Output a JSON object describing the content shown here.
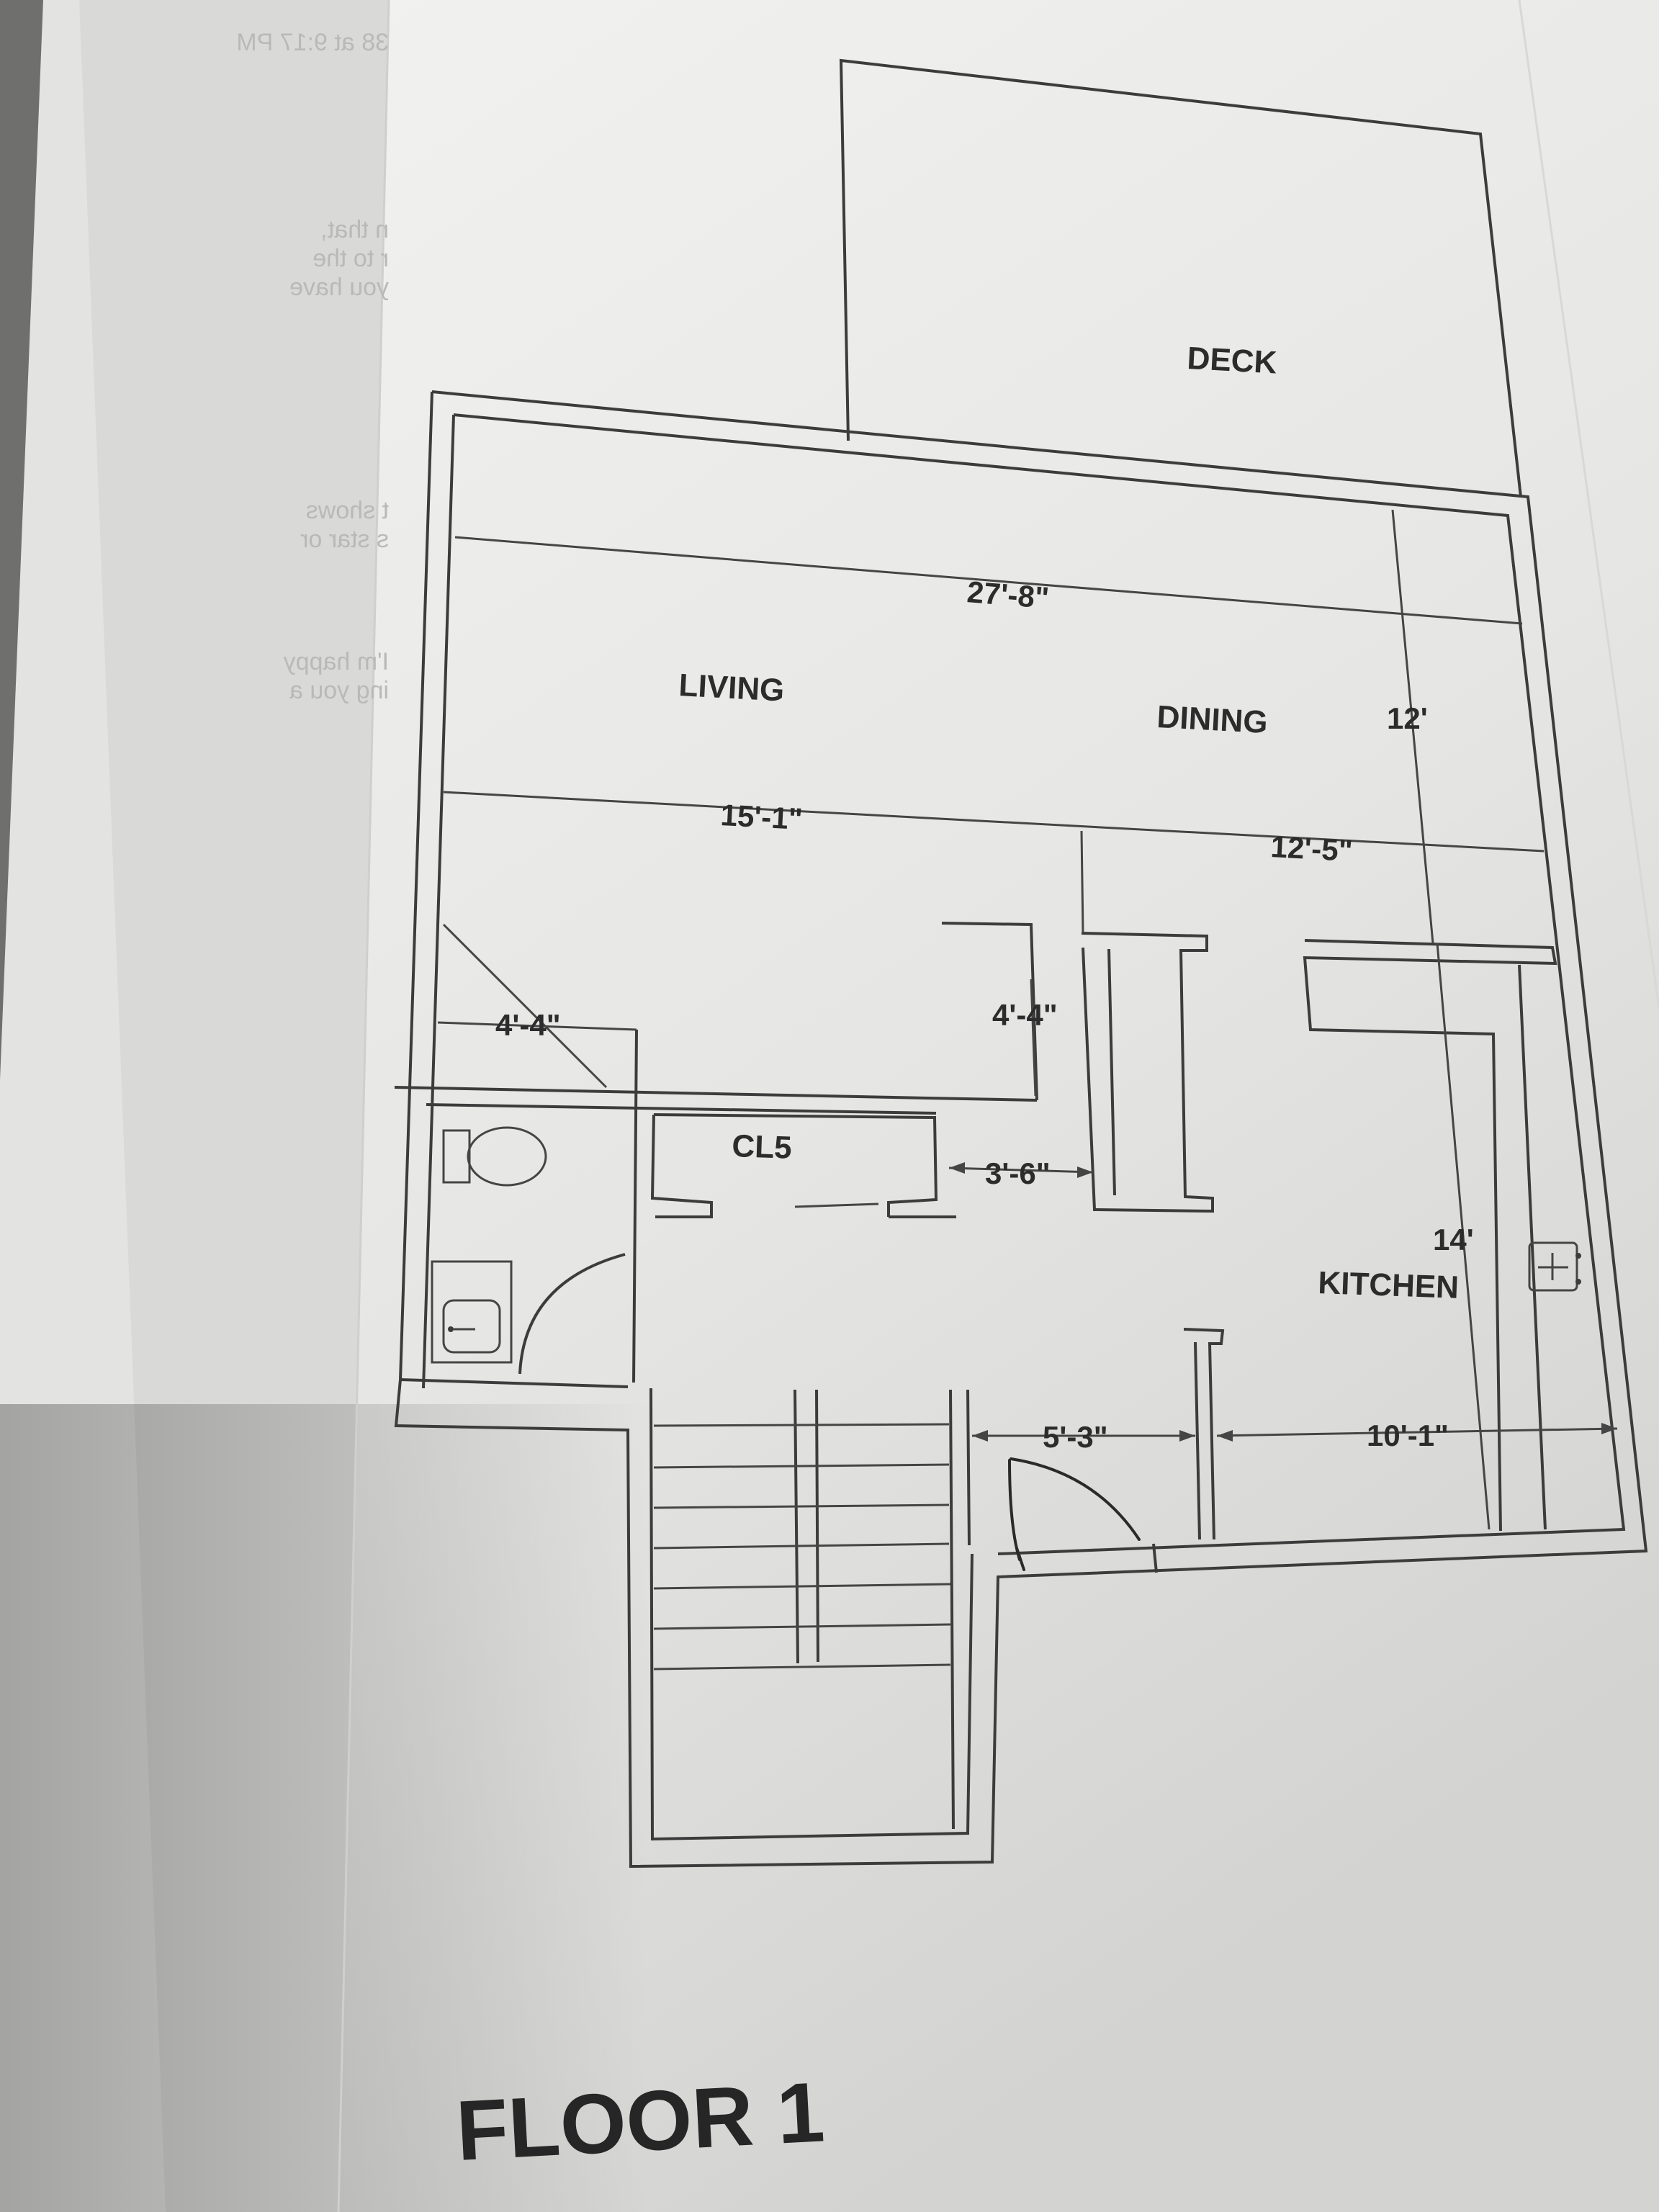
{
  "plan": {
    "title": "FLOOR 1",
    "rooms": {
      "deck": "DECK",
      "living": "LIVING",
      "dining": "DINING",
      "closet": "CL5",
      "kitchen": "KITCHEN"
    },
    "dimensions": {
      "overall_width": "27'-8\"",
      "depth_dining": "12'",
      "living_width": "15'-1\"",
      "dining_width": "12'-5\"",
      "bath_width": "4'-4\"",
      "hall_depth": "4'-4\"",
      "passage_width": "3'-6\"",
      "kitchen_depth": "14'",
      "entry_width": "5'-3\"",
      "kitchen_width": "10'-1\""
    }
  },
  "colors": {
    "background": "#6f6f6d",
    "paper": "#ececea",
    "ink": "#3c3c3c"
  }
}
